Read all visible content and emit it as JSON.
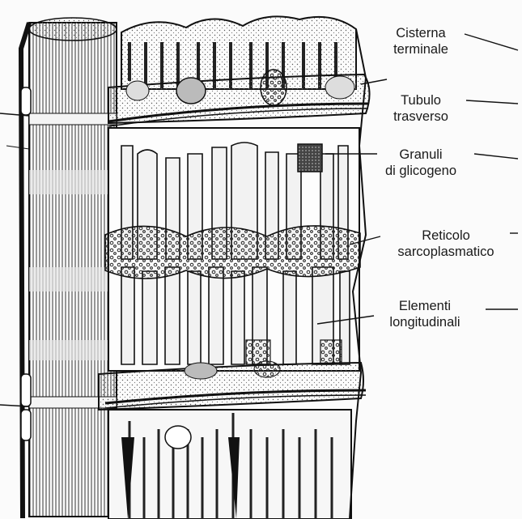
{
  "labels": {
    "cisterna": [
      "Cisterna",
      "terminale"
    ],
    "tubulo": [
      "Tubulo",
      "trasverso"
    ],
    "granuli": [
      "Granuli",
      "di glicogeno"
    ],
    "reticolo": [
      "Reticolo",
      "sarcoplasmatico"
    ],
    "elementi": [
      "Elementi",
      "longitudinali"
    ]
  }
}
